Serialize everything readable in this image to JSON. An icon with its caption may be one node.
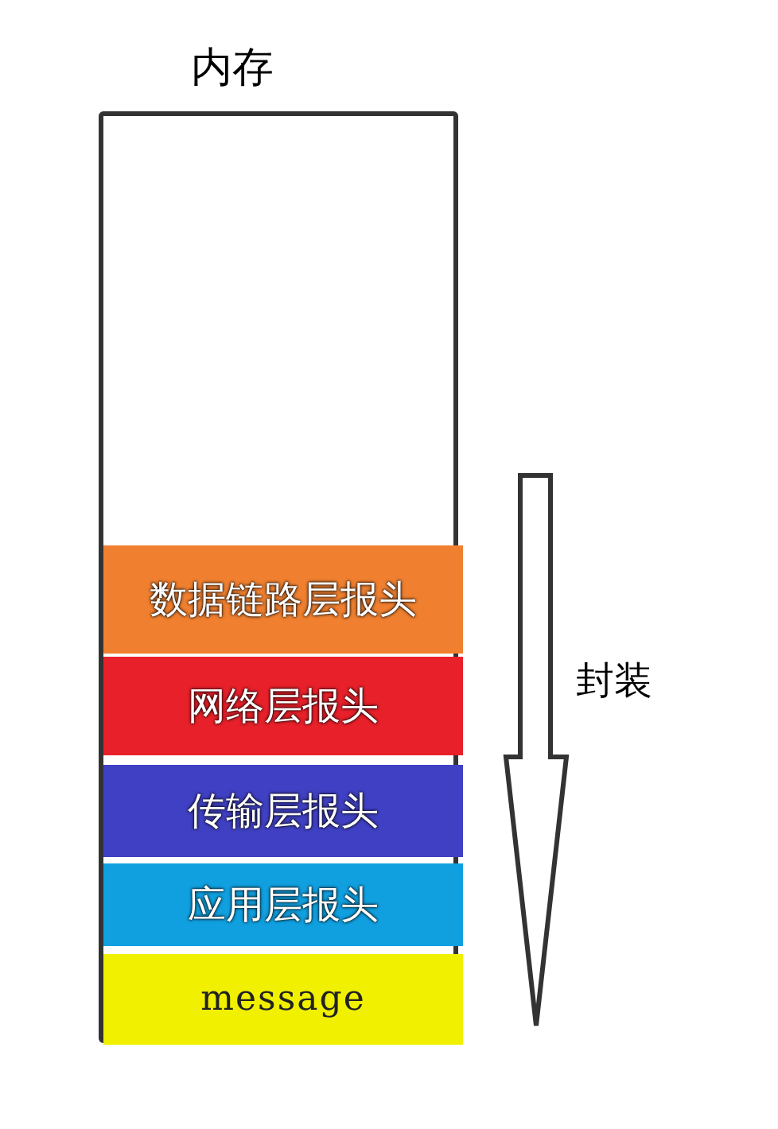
{
  "diagram": {
    "nodes": [
      {
        "text": [
          "内存"
        ]
      },
      {
        "text": [
          "数据链路层报头"
        ],
        "in": 0
      },
      {
        "text": [
          "网络层报头"
        ],
        "in": 0
      },
      {
        "text": [
          "传输层报头"
        ],
        "in": 0
      },
      {
        "text": [
          "应用层报头"
        ],
        "in": 0
      },
      {
        "text": [
          "message"
        ],
        "in": 0
      }
    ],
    "labels": [
      "封装"
    ]
  }
}
